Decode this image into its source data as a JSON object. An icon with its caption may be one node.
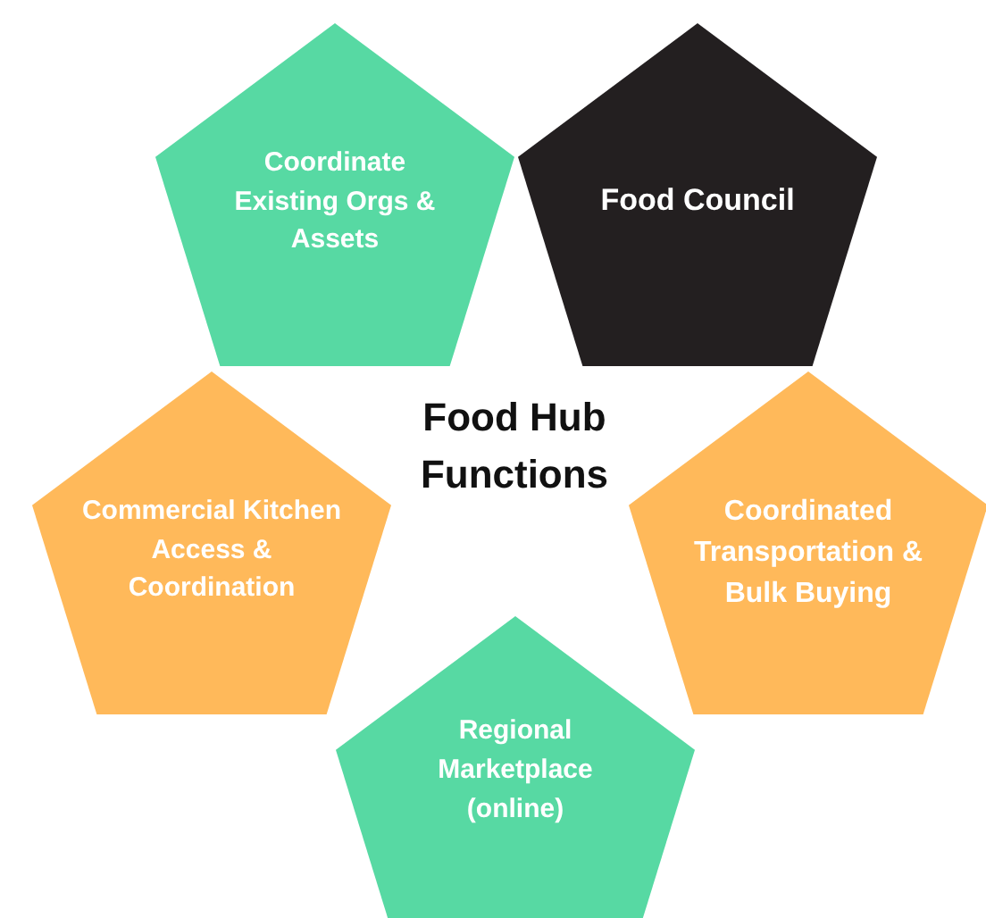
{
  "diagram": {
    "title": "Food Hub Functions",
    "nodes": [
      {
        "text": [
          "Coordinate Existing Orgs & Assets"
        ]
      },
      {
        "text": [
          "Food Council"
        ]
      },
      {
        "text": [
          "Commercial Kitchen Access & Coordination"
        ]
      },
      {
        "text": [
          "Coordinated Transportation & Bulk Buying"
        ]
      },
      {
        "text": [
          "Regional Marketplace (online)"
        ]
      }
    ]
  }
}
